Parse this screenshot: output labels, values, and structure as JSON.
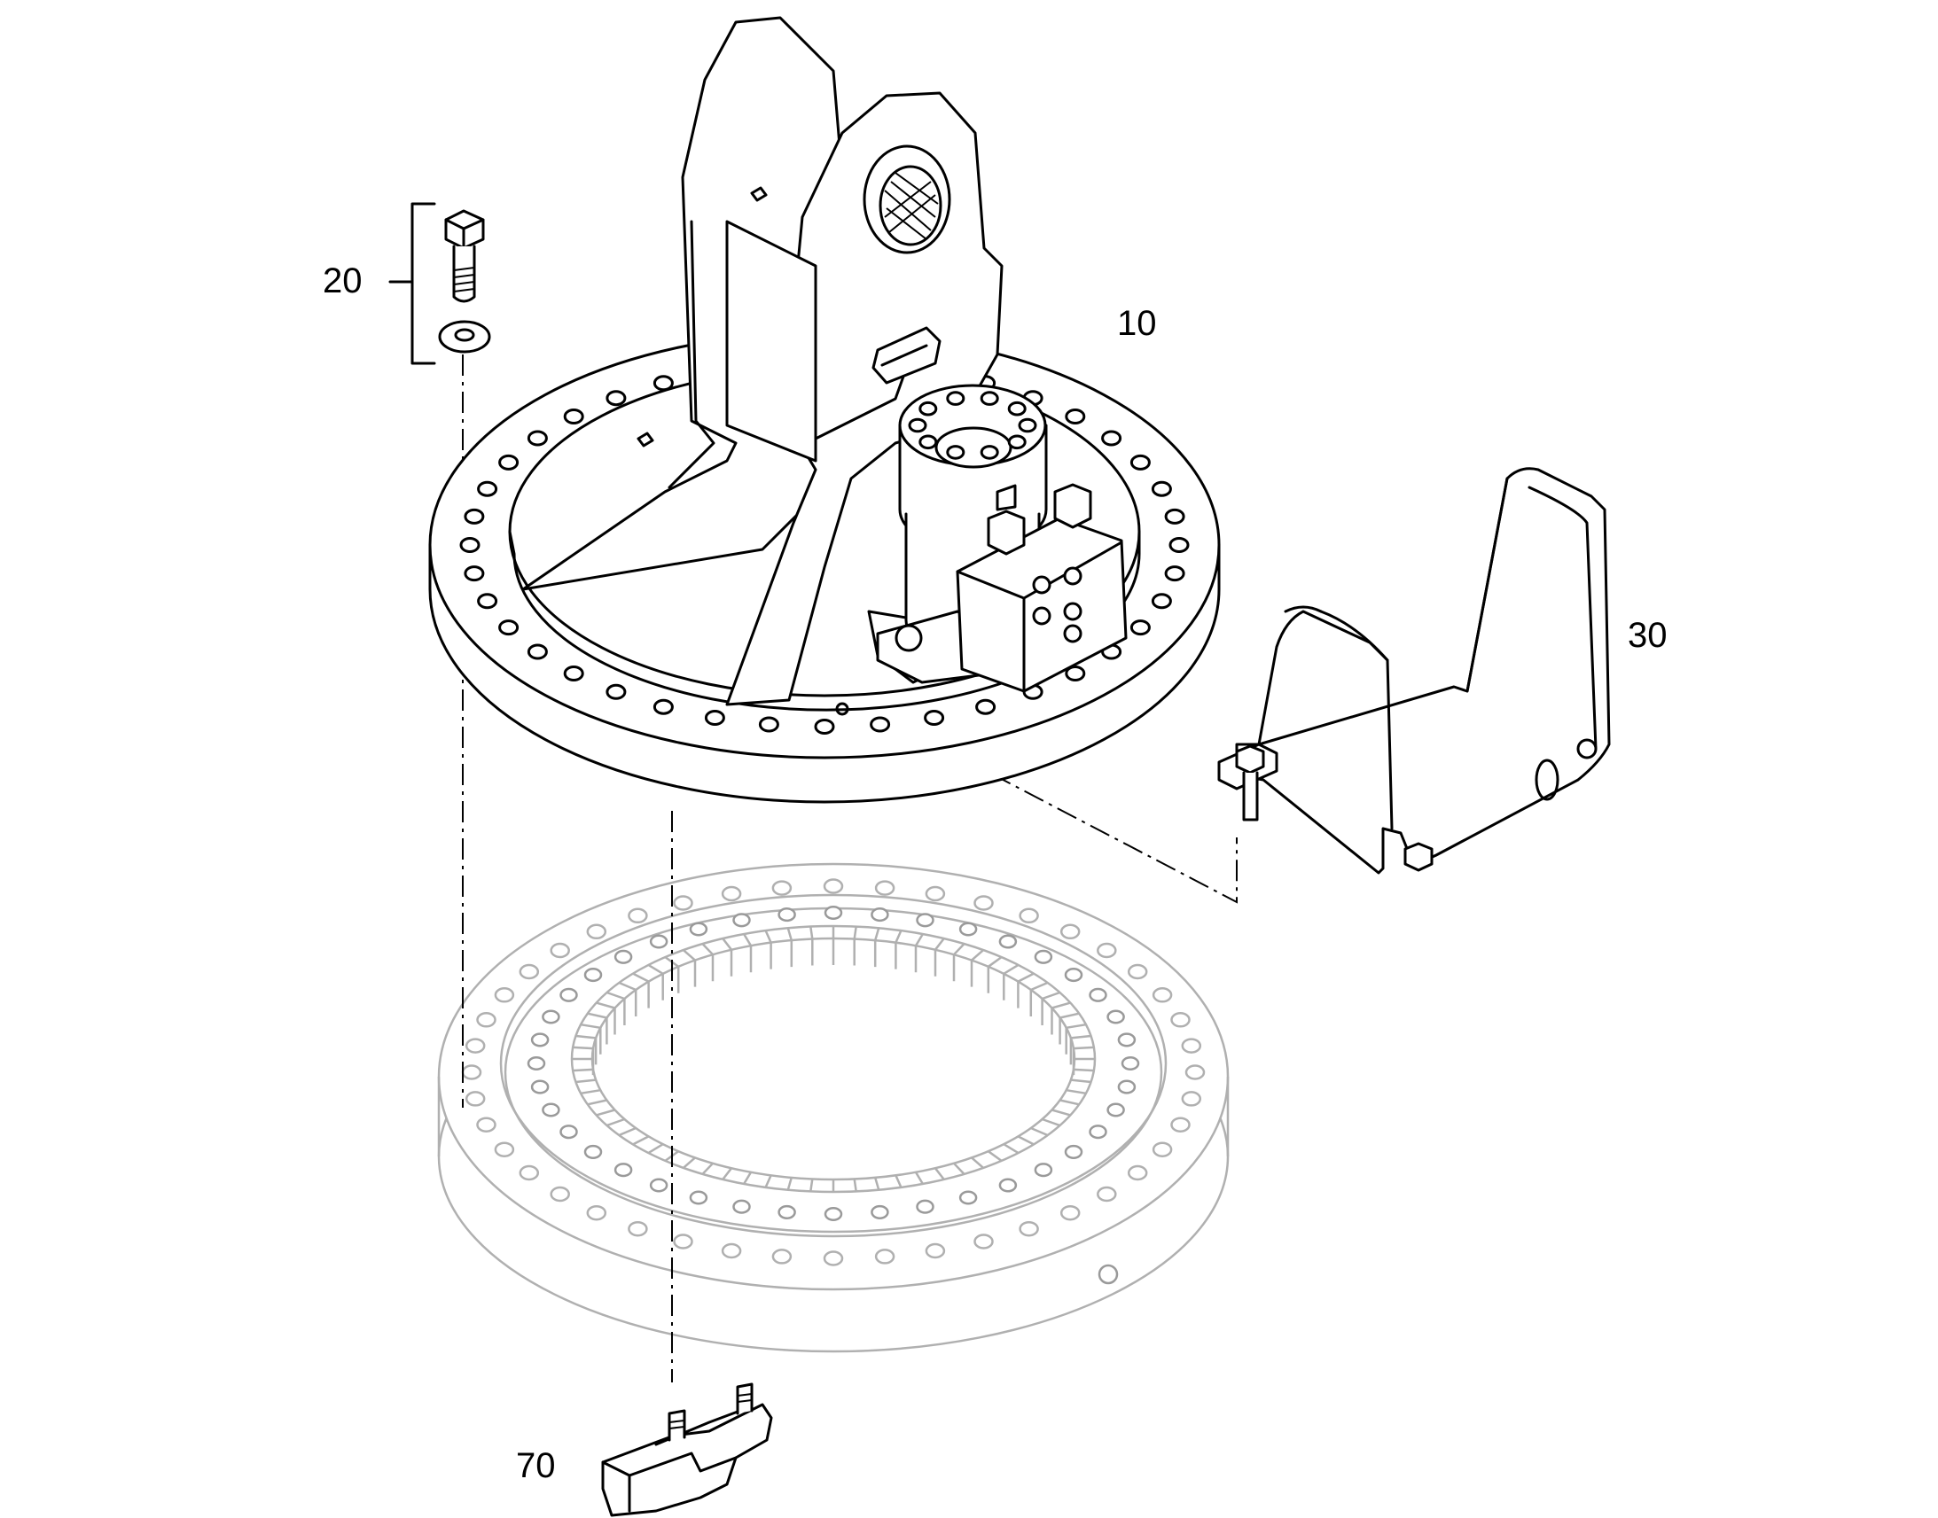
{
  "callouts": {
    "part_10": "10",
    "part_20": "20",
    "part_30": "30",
    "part_70": "70"
  },
  "colors": {
    "ink": "#000000",
    "ghost_part": "#b0b0b0",
    "background": "#ffffff"
  }
}
